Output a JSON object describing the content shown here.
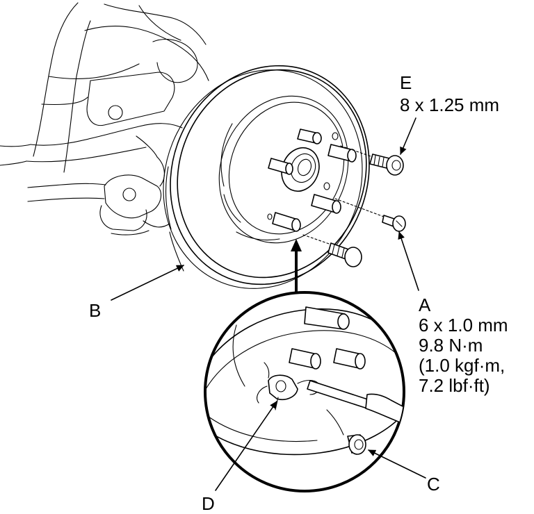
{
  "callouts": {
    "a": {
      "letter": "A",
      "size": "6 x 1.0 mm",
      "torque_nm": "9.8 N·m",
      "torque_kgf": "(1.0 kgf·m,",
      "torque_lbf": "7.2 lbf·ft)"
    },
    "b": {
      "letter": "B"
    },
    "c": {
      "letter": "C"
    },
    "d": {
      "letter": "D"
    },
    "e": {
      "letter": "E",
      "size": "8 x 1.25 mm"
    }
  }
}
